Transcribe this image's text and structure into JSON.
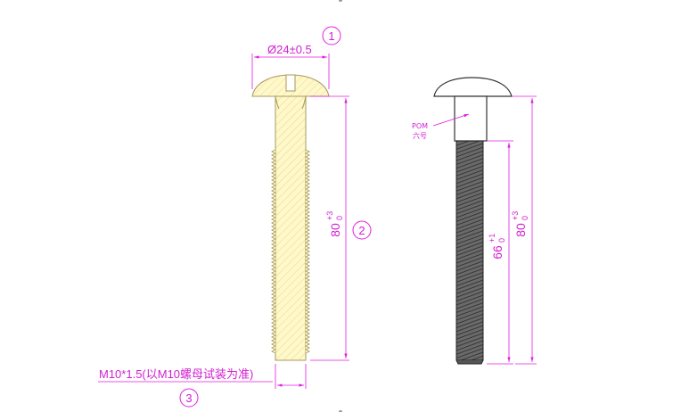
{
  "colors": {
    "dimension": "#e01ee0",
    "brass_fill": "#fff8c8",
    "brass_outline": "#b2a56a",
    "outline": "#333333",
    "thread_dark": "#4a4a4a"
  },
  "left_part": {
    "balloon_1": "1",
    "balloon_2": "2",
    "balloon_3": "3",
    "head_diameter": "Ø24±0.5",
    "length_base": "80",
    "length_tol_upper": "+3",
    "length_tol_lower": "0",
    "thread_note": "M10*1.5(以M10螺母试装为准)"
  },
  "right_part": {
    "material": "POM",
    "material_sub": "六号",
    "thread_length_base": "66",
    "thread_tol_upper": "+1",
    "thread_tol_lower": "0",
    "total_length_base": "80",
    "total_tol_upper": "+3",
    "total_tol_lower": "0"
  }
}
